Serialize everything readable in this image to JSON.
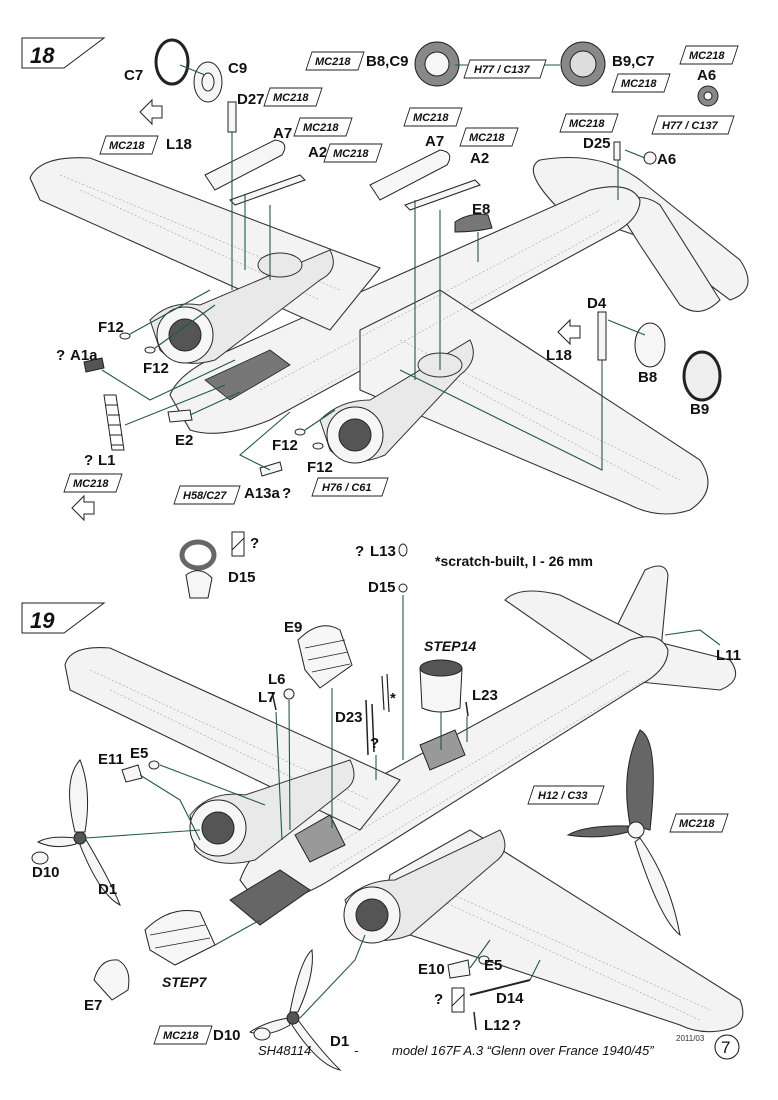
{
  "steps": [
    {
      "number": "18",
      "parts": [
        {
          "id": "c7_a",
          "text": "C7"
        },
        {
          "id": "c9_a",
          "text": "C9"
        },
        {
          "id": "d27",
          "text": "D27"
        },
        {
          "id": "b8c9",
          "text": "B8,C9"
        },
        {
          "id": "b9c7",
          "text": "B9,C7"
        },
        {
          "id": "a6_top",
          "text": "A6"
        },
        {
          "id": "l18_a",
          "text": "L18"
        },
        {
          "id": "a7_a",
          "text": "A7"
        },
        {
          "id": "a2_a",
          "text": "A2"
        },
        {
          "id": "a7_b",
          "text": "A7"
        },
        {
          "id": "a2_b",
          "text": "A2"
        },
        {
          "id": "d25",
          "text": "D25"
        },
        {
          "id": "a6_b",
          "text": "A6"
        },
        {
          "id": "e8",
          "text": "E8"
        },
        {
          "id": "d4",
          "text": "D4"
        },
        {
          "id": "l18_b",
          "text": "L18"
        },
        {
          "id": "b8",
          "text": "B8"
        },
        {
          "id": "b9",
          "text": "B9"
        },
        {
          "id": "f12_a",
          "text": "F12"
        },
        {
          "id": "f12_b",
          "text": "F12"
        },
        {
          "id": "a1a",
          "text": "A1a"
        },
        {
          "id": "e2",
          "text": "E2"
        },
        {
          "id": "l1",
          "text": "L1"
        },
        {
          "id": "f12_c",
          "text": "F12"
        },
        {
          "id": "f12_d",
          "text": "F12"
        },
        {
          "id": "a13a",
          "text": "A13a"
        },
        {
          "id": "d15_a",
          "text": "D15"
        }
      ],
      "paints": [
        {
          "id": "p1",
          "text": "MC218"
        },
        {
          "id": "p2",
          "text": "MC218"
        },
        {
          "id": "p3",
          "text": "H77 / C137"
        },
        {
          "id": "p4",
          "text": "MC218"
        },
        {
          "id": "p5",
          "text": "MC218"
        },
        {
          "id": "p6",
          "text": "H77 / C137"
        },
        {
          "id": "p7",
          "text": "MC218"
        },
        {
          "id": "p8",
          "text": "MC218"
        },
        {
          "id": "p9",
          "text": "MC218"
        },
        {
          "id": "p10",
          "text": "MC218"
        },
        {
          "id": "p11",
          "text": "MC218"
        },
        {
          "id": "p12",
          "text": "MC218"
        },
        {
          "id": "p13",
          "text": "MC218"
        },
        {
          "id": "p14",
          "text": "H58/C27"
        },
        {
          "id": "p15",
          "text": "H76 / C61"
        }
      ]
    },
    {
      "number": "19",
      "note": "*scratch-built, l - 26 mm",
      "parts": [
        {
          "id": "l13",
          "text": "L13"
        },
        {
          "id": "d15_b",
          "text": "D15"
        },
        {
          "id": "e9",
          "text": "E9"
        },
        {
          "id": "step14",
          "text": "STEP14"
        },
        {
          "id": "l6",
          "text": "L6"
        },
        {
          "id": "l7",
          "text": "L7"
        },
        {
          "id": "l23",
          "text": "L23"
        },
        {
          "id": "l11",
          "text": "L11"
        },
        {
          "id": "d23",
          "text": "D23"
        },
        {
          "id": "star",
          "text": "*"
        },
        {
          "id": "e11",
          "text": "E11"
        },
        {
          "id": "e5_a",
          "text": "E5"
        },
        {
          "id": "d10_a",
          "text": "D10"
        },
        {
          "id": "d1_a",
          "text": "D1"
        },
        {
          "id": "step7",
          "text": "STEP7"
        },
        {
          "id": "e7",
          "text": "E7"
        },
        {
          "id": "e10",
          "text": "E10"
        },
        {
          "id": "e5_b",
          "text": "E5"
        },
        {
          "id": "d14",
          "text": "D14"
        },
        {
          "id": "l12",
          "text": "L12"
        },
        {
          "id": "d10_b",
          "text": "D10"
        },
        {
          "id": "d1_b",
          "text": "D1"
        }
      ],
      "paints": [
        {
          "id": "q1",
          "text": "H12 / C33"
        },
        {
          "id": "q2",
          "text": "MC218"
        },
        {
          "id": "q3",
          "text": "MC218"
        }
      ]
    }
  ],
  "footer": {
    "code": "SH48114",
    "dash": "-",
    "title": "model 167F A.3 “Glenn over France 1940/45”",
    "date": "2011/03",
    "page": "7"
  },
  "colors": {
    "leader_line": "#1e5a4a",
    "ink": "#111111"
  }
}
